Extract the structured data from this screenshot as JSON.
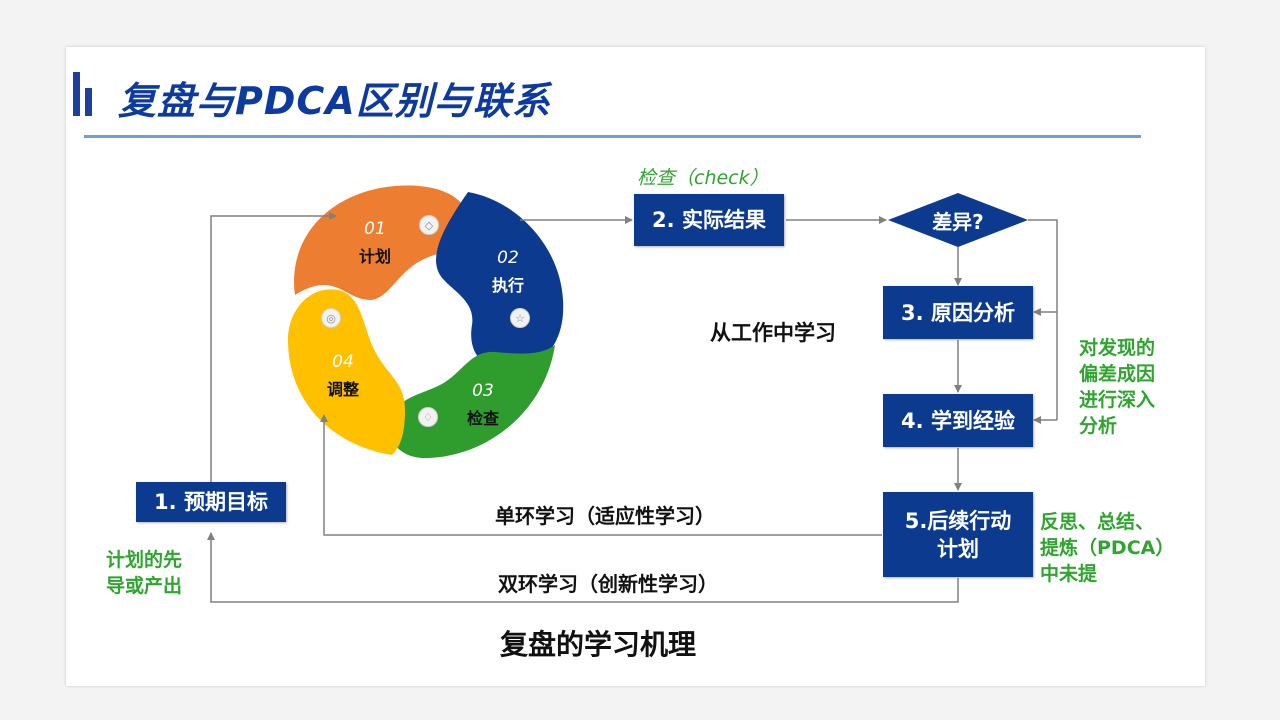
{
  "title": "复盘与PDCA区别与联系",
  "cycle": {
    "plan": {
      "num": "01",
      "label": "计划"
    },
    "do": {
      "num": "02",
      "label": "执行"
    },
    "check": {
      "num": "03",
      "label": "检查"
    },
    "act": {
      "num": "04",
      "label": "调整"
    }
  },
  "flow": {
    "step1": "1. 预期目标",
    "step2": "2. 实际结果",
    "diff": "差异?",
    "step3": "3. 原因分析",
    "step4": "4. 学到经验",
    "step5_line1": "5.后续行动",
    "step5_line2": "计划"
  },
  "annotations": {
    "check_label": "检查（check）",
    "learn_from_work": "从工作中学习",
    "deviation": [
      "对发现的",
      "偏差成因",
      "进行深入",
      "分析"
    ],
    "reflection": [
      "反思、总结、",
      "提炼（PDCA）",
      "中未提"
    ],
    "plan_origin": [
      "计划的先",
      "导或产出"
    ],
    "single_loop": "单环学习（适应性学习）",
    "double_loop": "双环学习（创新性学习）",
    "caption": "复盘的学习机理"
  },
  "colors": {
    "title": "#0d3a9e",
    "box": "#0b3a8e",
    "green_text": "#2fa52f",
    "plan": "#ed7d31",
    "do": "#0b3a8e",
    "check": "#2e9d2e",
    "act": "#ffc000"
  },
  "icons": [
    "diamond-icon",
    "star-icon",
    "bell-icon",
    "gear-icon"
  ]
}
